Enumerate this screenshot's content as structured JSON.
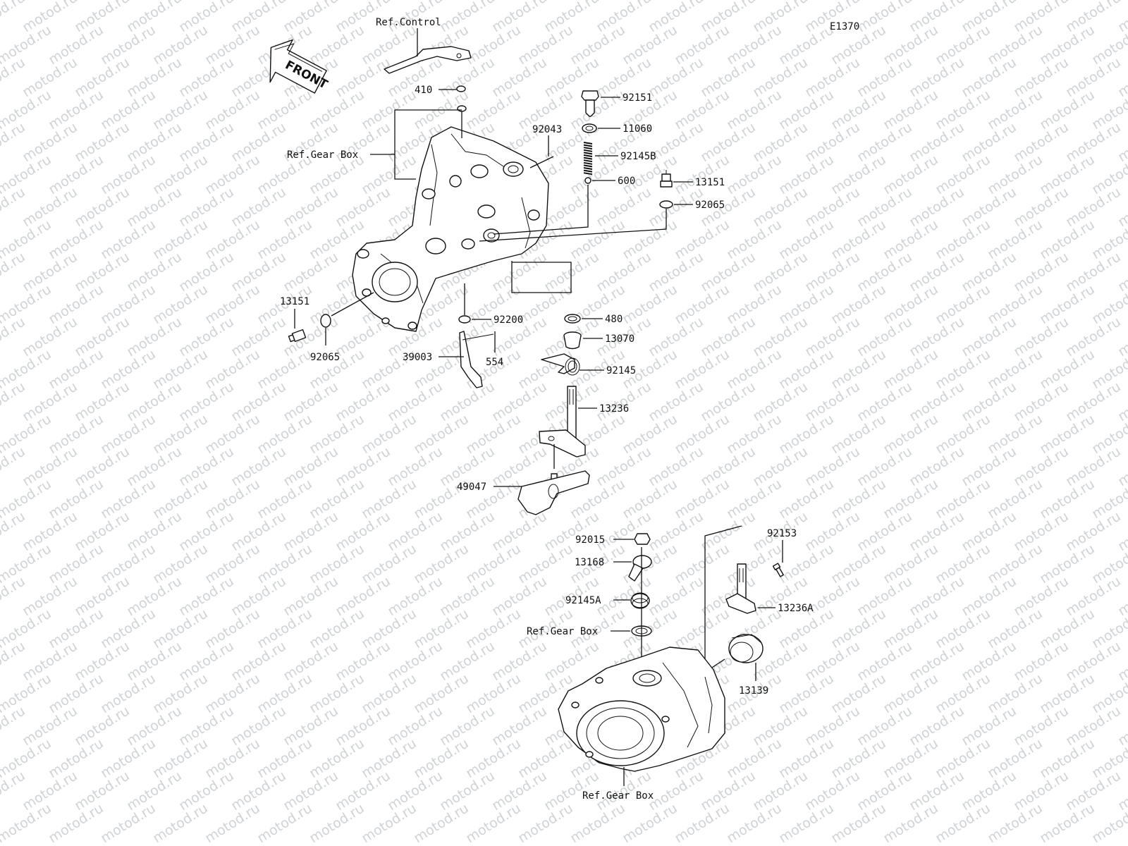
{
  "diagram_code": "E1370",
  "watermark_text": "motod.ru",
  "front_label": "FRONT",
  "labels": {
    "ref_control": "Ref.Control",
    "p410": "410",
    "ref_gear_box_1": "Ref.Gear Box",
    "p92043": "92043",
    "p92151": "92151",
    "p11060": "11060",
    "p92145B": "92145B",
    "p600": "600",
    "p13151_right": "13151",
    "p92065_right": "92065",
    "p13151_left": "13151",
    "p92065_left": "92065",
    "p92200": "92200",
    "p480": "480",
    "p13070": "13070",
    "p39003": "39003",
    "p554": "554",
    "p92145": "92145",
    "p13236": "13236",
    "p49047": "49047",
    "p92015": "92015",
    "p13168": "13168",
    "p92145A": "92145A",
    "ref_gear_box_2": "Ref.Gear Box",
    "p92153": "92153",
    "p13236A": "13236A",
    "p13139": "13139",
    "ref_gear_box_3": "Ref.Gear Box"
  },
  "colors": {
    "line": "#111111",
    "watermark": "#cfd3d6",
    "background": "#ffffff"
  }
}
